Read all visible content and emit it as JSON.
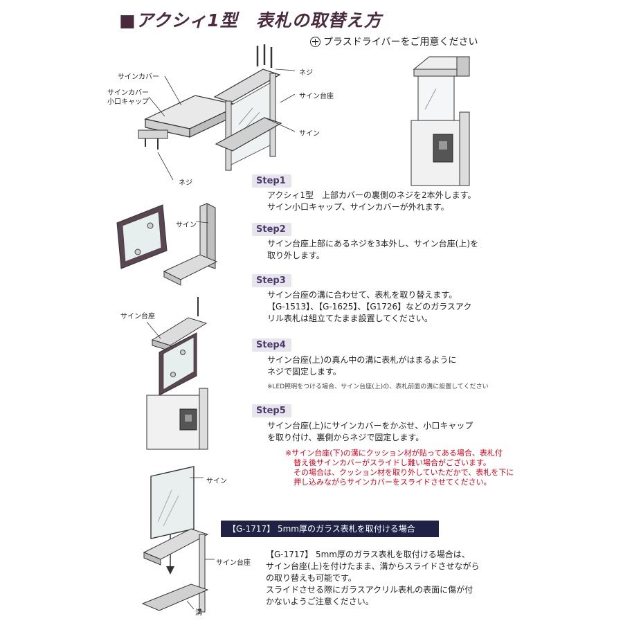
{
  "title": "■アクシィ1型　表札の取替え方",
  "tool_note": {
    "icon": "phillips-screwdriver-icon",
    "text": "プラスドライバーをご用意ください"
  },
  "labels": {
    "sign_cover": "サインカバー",
    "sign_cover_cap_1": "サインカバー",
    "sign_cover_cap_2": "小口キャップ",
    "screw_bottom": "ネジ",
    "screw_top": "ネジ",
    "sign_base": "サイン台座",
    "sign": "サイン",
    "step2_sign": "サイン",
    "step4_sign_base": "サイン台座",
    "bottom_sign": "サイン",
    "bottom_sign_base": "サイン台座",
    "groove": "溝"
  },
  "steps": [
    {
      "label": "Step1",
      "lines": [
        "アクシィ1型　上部カバーの裏側のネジを2本外します。",
        "サイン小口キャップ、サインカバーが外れます。"
      ]
    },
    {
      "label": "Step2",
      "lines": [
        "サイン台座上部にあるネジを3本外し、サイン台座(上)を",
        "取り外します。"
      ]
    },
    {
      "label": "Step3",
      "lines": [
        "サイン台座の溝に合わせて、表札を取り替えます。",
        "【G-1513】、【G-1625】、【G1726】などのガラスアク",
        "リル表札は組立てたまま設置してください。"
      ]
    },
    {
      "label": "Step4",
      "lines": [
        "サイン台座(上)の真ん中の溝に表札がはまるように",
        "ネジで固定します。"
      ],
      "note": "※LED照明をつける場合、サイン台座(上)の、表札前面の溝に設置してください"
    },
    {
      "label": "Step5",
      "lines": [
        "サイン台座(上)にサインカバーをかぶせ、小口キャップ",
        "を取り付け、裏側からネジで固定します。"
      ]
    }
  ],
  "warning_lines": [
    "※サイン台座(下)の溝にクッション材が貼ってある場合、表札付",
    "替え後サインカバーがスライドし難い場合がございます。",
    "その場合は、クッション材を取り外していただかで、表札を下に",
    "押し込みながらサインカバーをスライドさせてください。"
  ],
  "banner": "【G-1717】 5mm厚のガラス表札を取付ける場合",
  "g1717_lines": [
    "【G-1717】 5mm厚のガラス表札を取付ける場合は、",
    "サイン台座(上)を付けたまま、溝からスライドさせながら",
    "の取り替えも可能です。",
    "スライドさせる際にガラスアクリル表札の表面に傷が付",
    "かないようご注意ください。"
  ],
  "colors": {
    "title": "#4a2a3e",
    "step_badge": "#4a3a6a",
    "warning": "#e0001a",
    "banner_bg": "#1f2245"
  }
}
